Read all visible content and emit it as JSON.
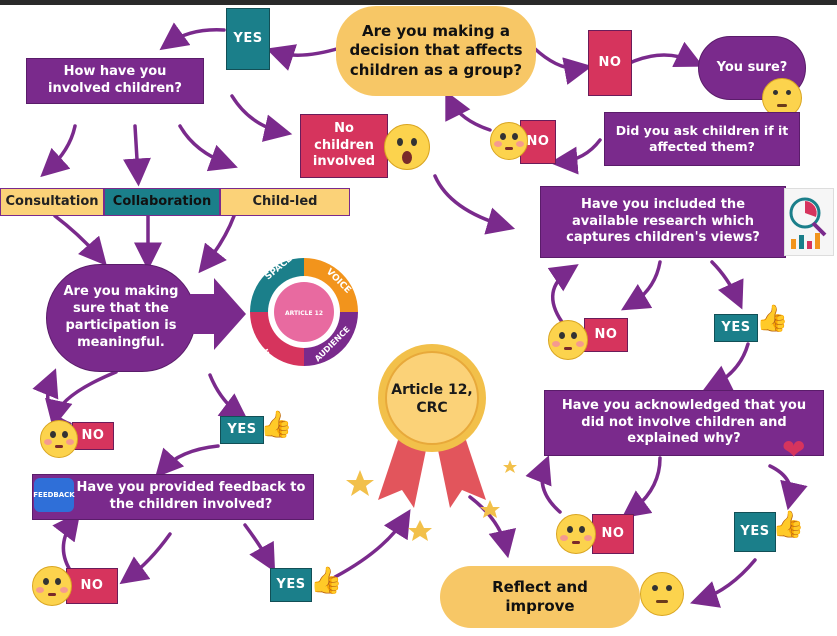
{
  "nodes": {
    "start": "Are you making a decision that affects children as a group?",
    "yes_top": "YES",
    "no_top": "NO",
    "how_involved": "How have you involved children?",
    "no_children_involved": "No children involved",
    "you_sure": "You sure?",
    "did_you_ask": "Did you ask children if it affected them?",
    "no_ask": "NO",
    "consultation": "Consultation",
    "collaboration": "Collaboration",
    "child_led": "Child-led",
    "research_q": "Have you included the available research which captures children's views?",
    "meaningful_q": "Are you making sure that the participation is meaningful.",
    "no_research": "NO",
    "yes_research": "YES",
    "no_meaningful": "NO",
    "yes_meaningful": "YES",
    "acknowledged_q": "Have you acknowledged that you did not involve children and explained why?",
    "feedback_q": "Have you provided feedback to the children involved?",
    "no_ack": "NO",
    "yes_ack": "YES",
    "no_feedback": "NO",
    "yes_feedback": "YES",
    "reflect": "Reflect and improve",
    "article": "Article 12, CRC",
    "feedback_icon_text": "FEEDBACK"
  },
  "wheel": {
    "segments": [
      "SPACE",
      "VOICE",
      "AUDIENCE",
      "INFLUENCE"
    ],
    "center": "ARTICLE 12"
  },
  "colors": {
    "purple": "#7a2a8c",
    "pink": "#d6345d",
    "teal": "#1b7f8a",
    "yellow": "#fbd278",
    "orange": "#f2941c"
  },
  "icons": [
    "shocked-emoji",
    "thinking-emoji",
    "flushed-emoji",
    "thumbs-up-icon",
    "heart-hand-icon",
    "research-chart-icon",
    "feedback-speech-icon",
    "medal-icon",
    "star-icon"
  ]
}
